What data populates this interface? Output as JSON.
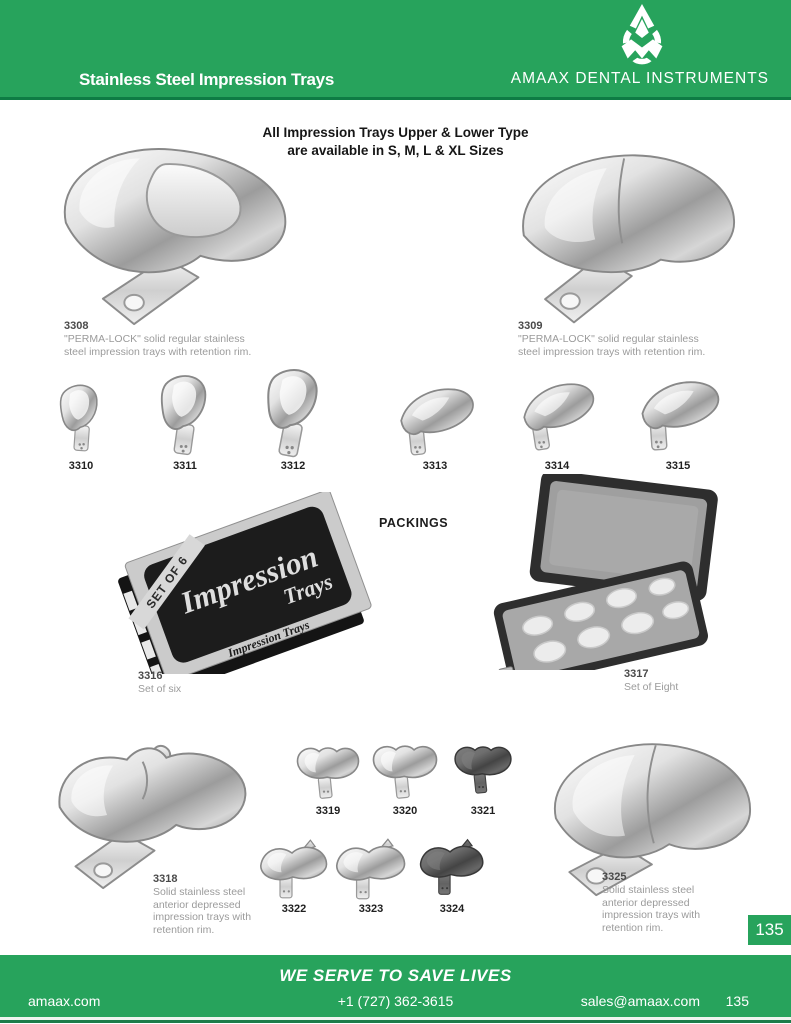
{
  "header": {
    "left_title": "Stainless Steel Impression Trays",
    "brand": "AMAAX DENTAL INSTRUMENTS",
    "logo": "amaax-am-monogram"
  },
  "intro": {
    "line1": "All Impression Trays Upper & Lower Type",
    "line2": "are available in S, M, L & XL Sizes"
  },
  "featured": [
    {
      "code": "3308",
      "desc": "\"PERMA-LOCK\" solid regular stainless steel impression trays with retention rim."
    },
    {
      "code": "3309",
      "desc": "\"PERMA-LOCK\" solid regular stainless steel impression trays with retention rim."
    }
  ],
  "small_row": [
    "3310",
    "3311",
    "3312",
    "3313",
    "3314",
    "3315"
  ],
  "packings": {
    "heading": "PACKINGS",
    "box": {
      "code": "3316",
      "caption": "Set of six",
      "band": "SET OF 6",
      "title_line1": "Impression",
      "title_line2": "Trays",
      "edge_text": "Impression Trays"
    },
    "case": {
      "code": "3317",
      "caption": "Set of Eight"
    }
  },
  "anterior": {
    "left": {
      "code": "3318",
      "desc": "Solid stainless steel anterior depressed impression trays with retention rim."
    },
    "top_row": [
      "3319",
      "3320",
      "3321"
    ],
    "bottom_row": [
      "3322",
      "3323",
      "3324"
    ],
    "right": {
      "code": "3325",
      "desc": "Solid stainless steel anterior depressed impression trays with retention rim."
    }
  },
  "page_number": "135",
  "footer": {
    "slogan": "WE SERVE TO SAVE LIVES",
    "website": "amaax.com",
    "phone": "+1 (727) 362-3615",
    "email": "sales@amaax.com",
    "page": "135"
  },
  "colors": {
    "green": "#27A35C",
    "dark_green": "#0E7C44"
  }
}
